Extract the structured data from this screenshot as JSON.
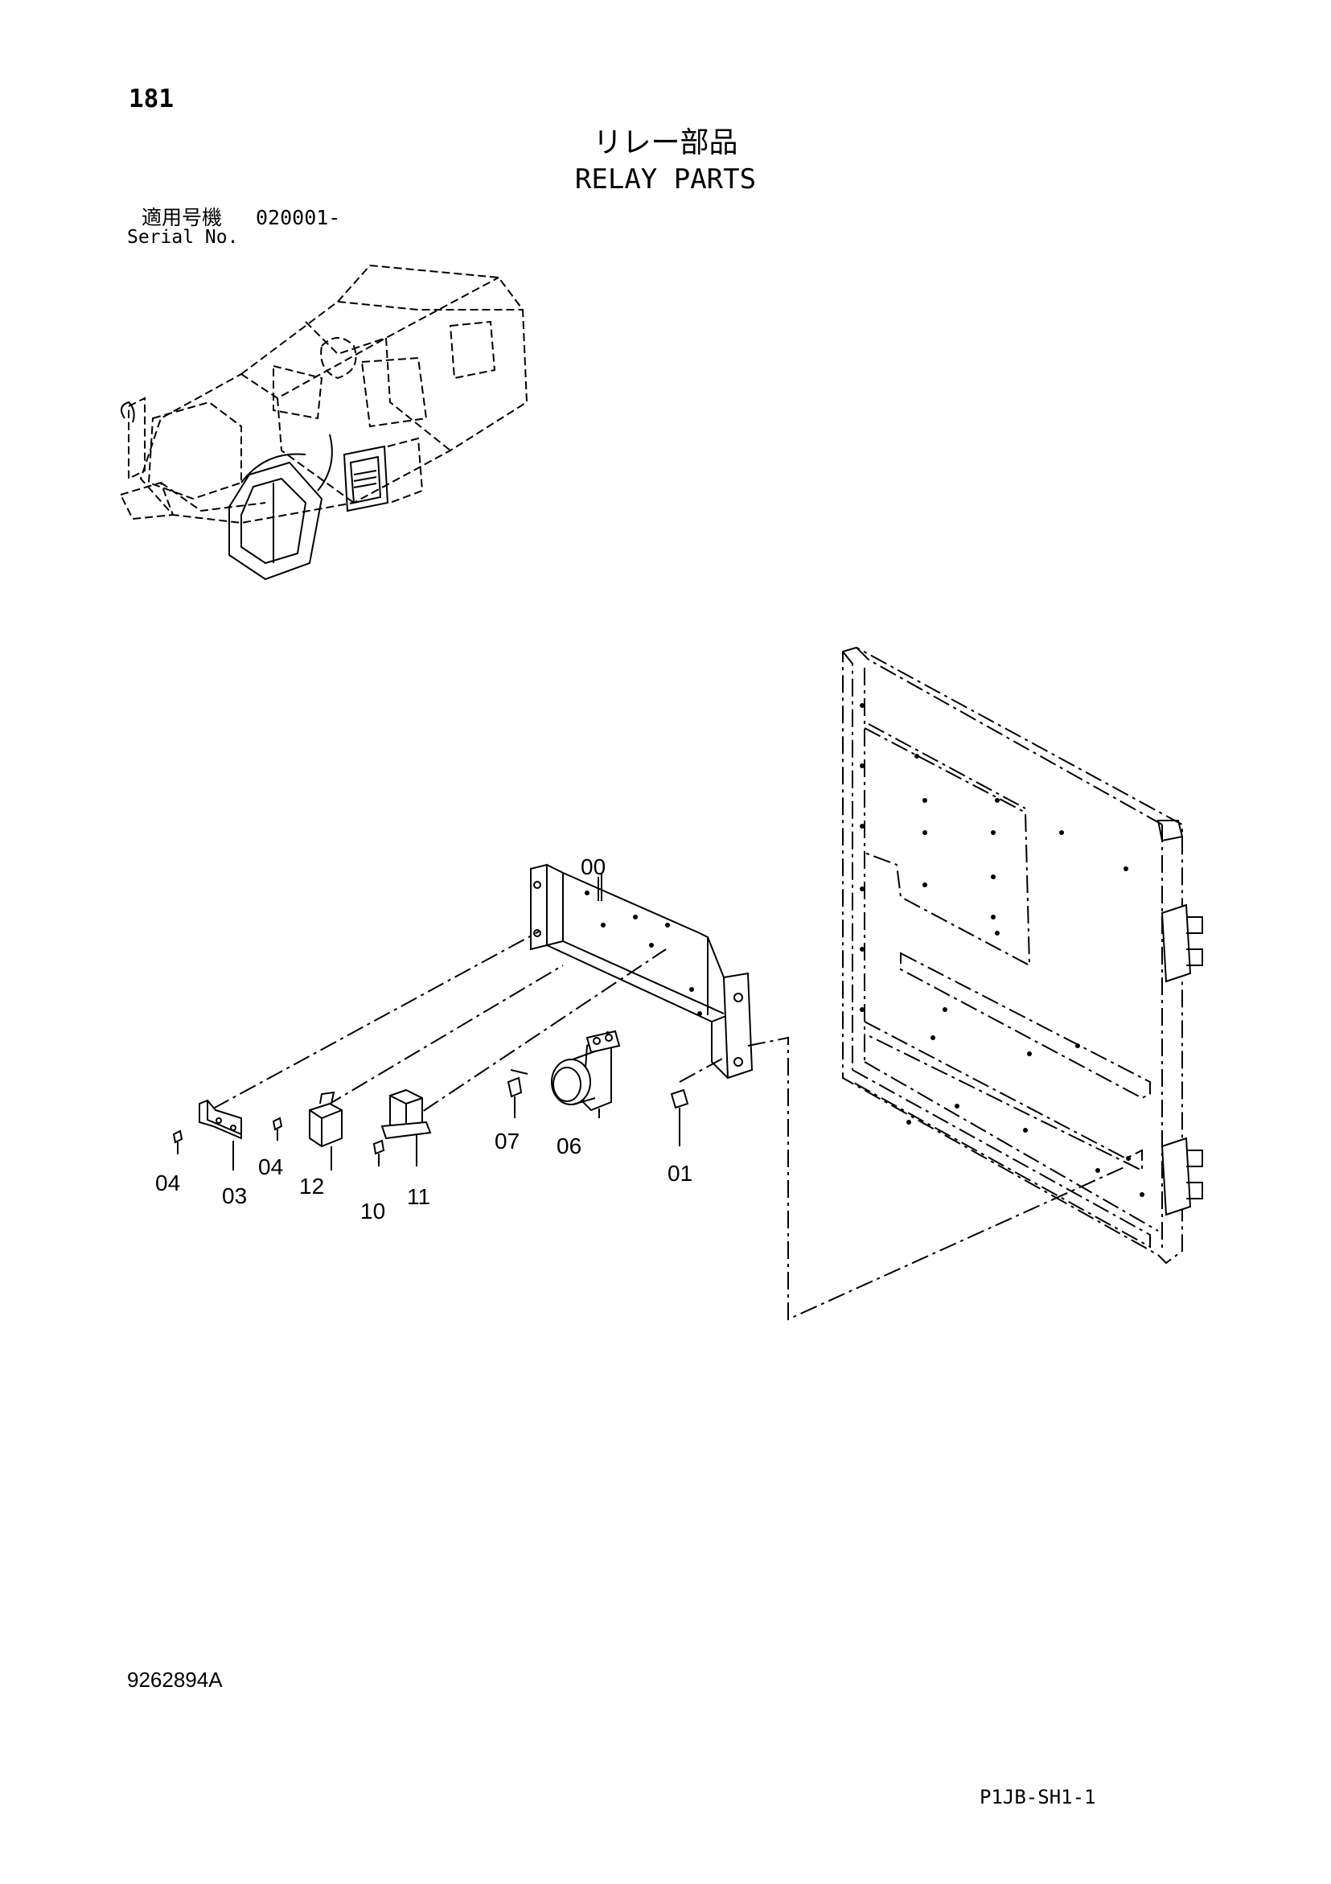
{
  "header": {
    "page_number": "181",
    "title_ja": "リレー部品",
    "title_en": "RELAY PARTS",
    "serial_label_ja": "適用号機",
    "serial_value": "020001-",
    "serial_label_en": "Serial No."
  },
  "callouts": {
    "p00": "00",
    "p01": "01",
    "p03": "03",
    "p04a": "04",
    "p04b": "04",
    "p06": "06",
    "p07": "07",
    "p10": "10",
    "p11": "11",
    "p12": "12"
  },
  "footer": {
    "drawing_number": "9262894A",
    "sheet_code": "P1JB-SH1-1"
  }
}
